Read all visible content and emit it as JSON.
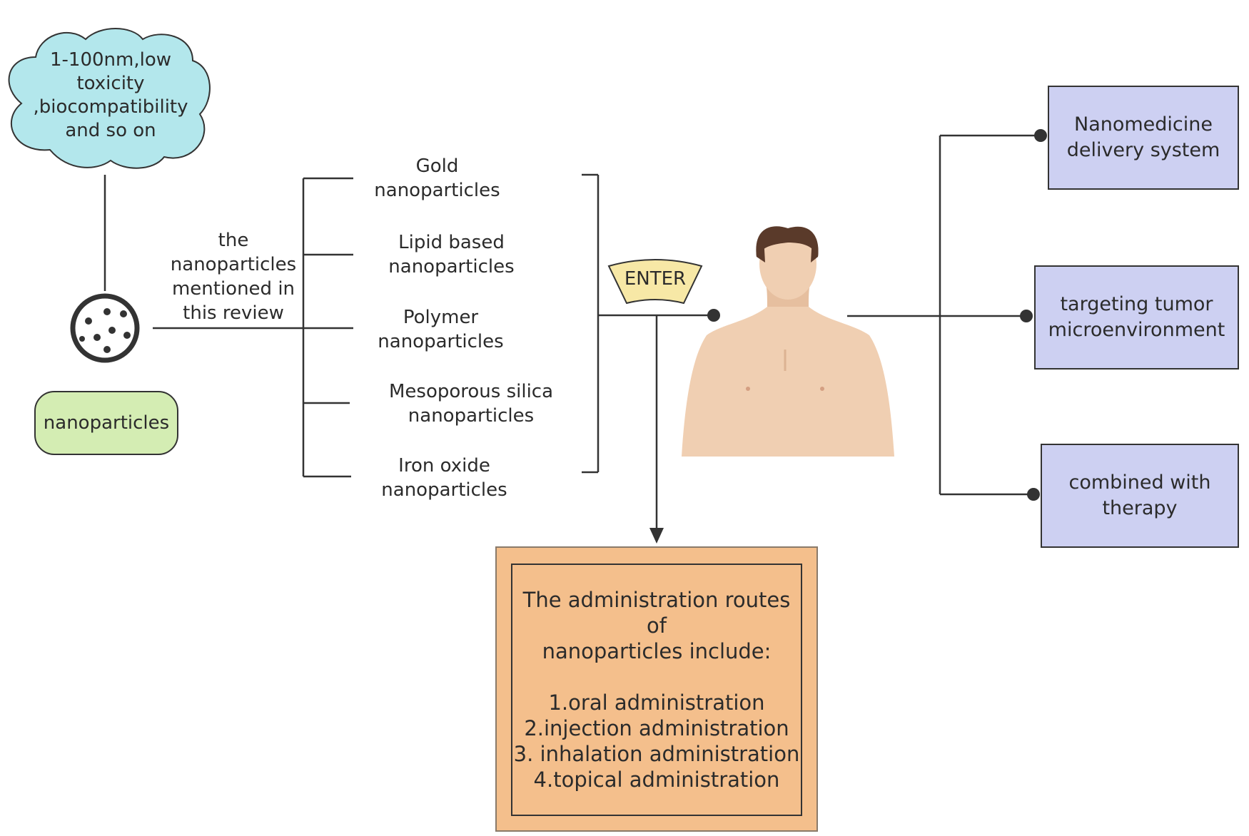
{
  "cloud": {
    "text": "1-100nm,low\ntoxicity\n,biocompatibility\nand so on"
  },
  "nanoparticle_label": "nanoparticles",
  "mentioned_label": "the\nnanoparticles\nmentioned in\nthis review",
  "types": [
    "Gold\nnanoparticles",
    "Lipid based\nnanoparticles",
    "Polymer\nnanoparticles",
    "Mesoporous silica\nnanoparticles",
    "Iron oxide\nnanoparticles"
  ],
  "enter_label": "ENTER",
  "applications": [
    "Nanomedicine\ndelivery system",
    "targeting tumor\nmicroenvironment",
    "combined with\ntherapy"
  ],
  "routes": {
    "text": "The administration routes of\nnanoparticles include:\n\n1.oral administration\n2.injection administration\n3. inhalation administration\n4.topical administration"
  },
  "colors": {
    "cloud": "#b3e7ec",
    "pill": "#d4edb3",
    "app_box": "#cdd0f2",
    "routes_box": "#f4bf8c",
    "enter": "#f7e8a6",
    "skin": "#f0cfb2",
    "hair": "#5a3a2a"
  }
}
